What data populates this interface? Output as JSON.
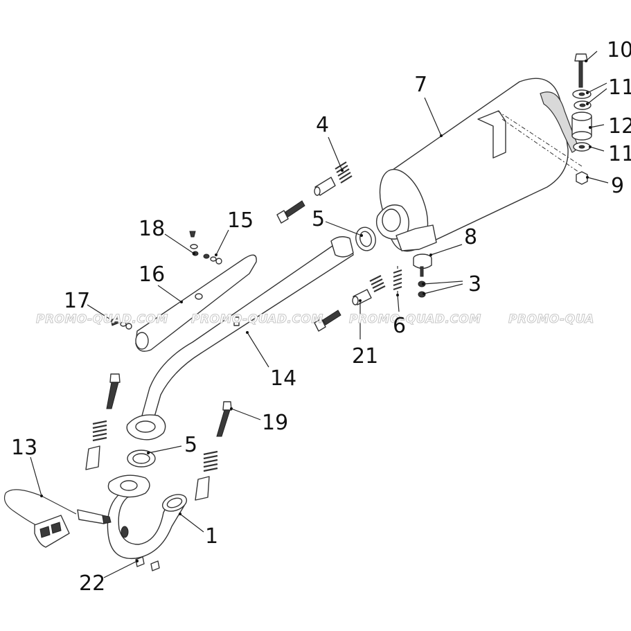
{
  "watermark": {
    "text": "PROMO-QUAD.COM",
    "text_cut": "PROMO-QUA"
  },
  "callouts": {
    "c1": "1",
    "c3": "3",
    "c4": "4",
    "c5a": "5",
    "c5b": "5",
    "c6": "6",
    "c7": "7",
    "c8": "8",
    "c9": "9",
    "c10": "10",
    "c11a": "11",
    "c11b": "11",
    "c12": "12",
    "c13": "13",
    "c14": "14",
    "c15": "15",
    "c16": "16",
    "c17": "17",
    "c18": "18",
    "c19": "19",
    "c21": "21",
    "c22": "22"
  }
}
